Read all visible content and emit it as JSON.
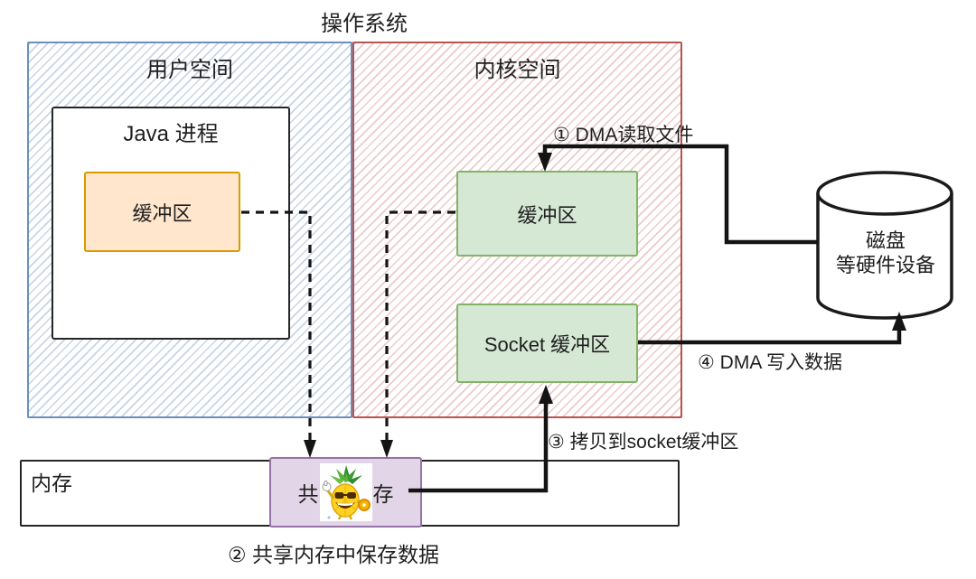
{
  "title": "操作系统",
  "regions": {
    "user_space": {
      "label": "用户空间"
    },
    "kernel_space": {
      "label": "内核空间"
    }
  },
  "nodes": {
    "java_process": {
      "label": "Java 进程"
    },
    "java_buffer": {
      "label": "缓冲区"
    },
    "kernel_buffer": {
      "label": "缓冲区"
    },
    "socket_buffer": {
      "label": "Socket 缓冲区"
    },
    "disk": {
      "line1": "磁盘",
      "line2": "等硬件设备"
    },
    "memory": {
      "label": "内存"
    },
    "shared_memory": {
      "prefix": "共",
      "suffix": "存",
      "image": "pineapple-mascot"
    }
  },
  "steps": {
    "step1": {
      "label": "① DMA读取文件"
    },
    "step2": {
      "label": "② 共享内存中保存数据"
    },
    "step3": {
      "label": "③ 拷贝到socket缓冲区"
    },
    "step4": {
      "label": "④ DMA 写入数据"
    }
  },
  "colors": {
    "user_space_border": "#6c8ebf",
    "kernel_space_border": "#b85450",
    "java_buffer_fill": "#ffe6cc",
    "java_buffer_border": "#d79b00",
    "kernel_buffer_fill": "#d5e8d4",
    "kernel_buffer_border": "#82b366",
    "shared_memory_fill": "#e1d5e7",
    "shared_memory_border": "#9673a6",
    "arrow_color": "#141414"
  }
}
